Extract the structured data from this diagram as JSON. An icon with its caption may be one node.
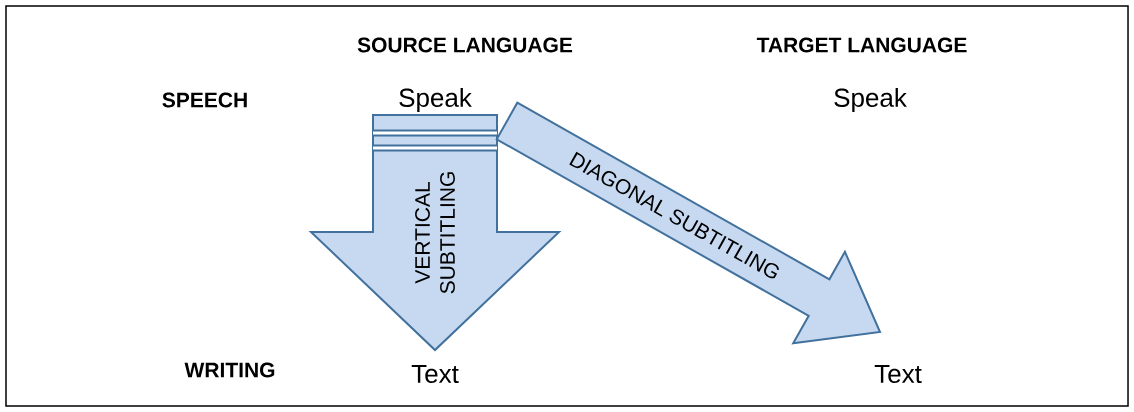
{
  "diagram": {
    "nodes": [
      {
        "text": [
          "Speak"
        ]
      },
      {
        "text": [
          "Speak"
        ]
      },
      {
        "text": [
          "Text"
        ]
      },
      {
        "text": [
          "Text"
        ]
      }
    ],
    "edges": [
      {
        "from": 0,
        "to": 2,
        "arrow": "to",
        "label": "VERTICAL SUBTITLING"
      },
      {
        "from": 0,
        "to": 3,
        "arrow": "to",
        "label": "DIAGONAL SUBTITLING"
      }
    ],
    "labels": [
      "SOURCE  LANGUAGE",
      "TARGET LANGUAGE",
      "SPEECH",
      "WRITING"
    ]
  }
}
